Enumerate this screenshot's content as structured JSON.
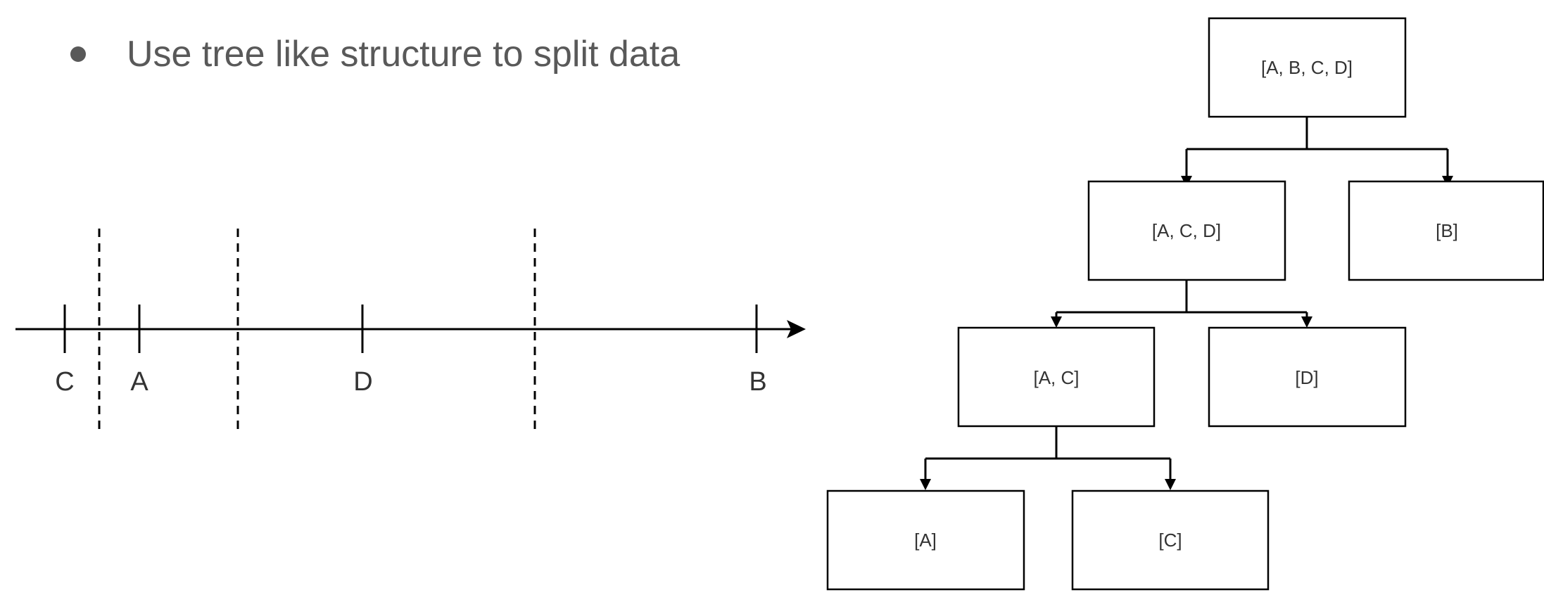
{
  "bullet": {
    "text": "Use tree like structure to split data"
  },
  "axis": {
    "points": [
      "C",
      "A",
      "D",
      "B"
    ]
  },
  "tree": {
    "nodes": {
      "root": "[A, B, C, D]",
      "acd": "[A, C, D]",
      "b": "[B]",
      "ac": "[A, C]",
      "d": "[D]",
      "a": "[A]",
      "c": "[C]"
    }
  },
  "colors": {
    "text": "#595959",
    "stroke": "#000000"
  }
}
